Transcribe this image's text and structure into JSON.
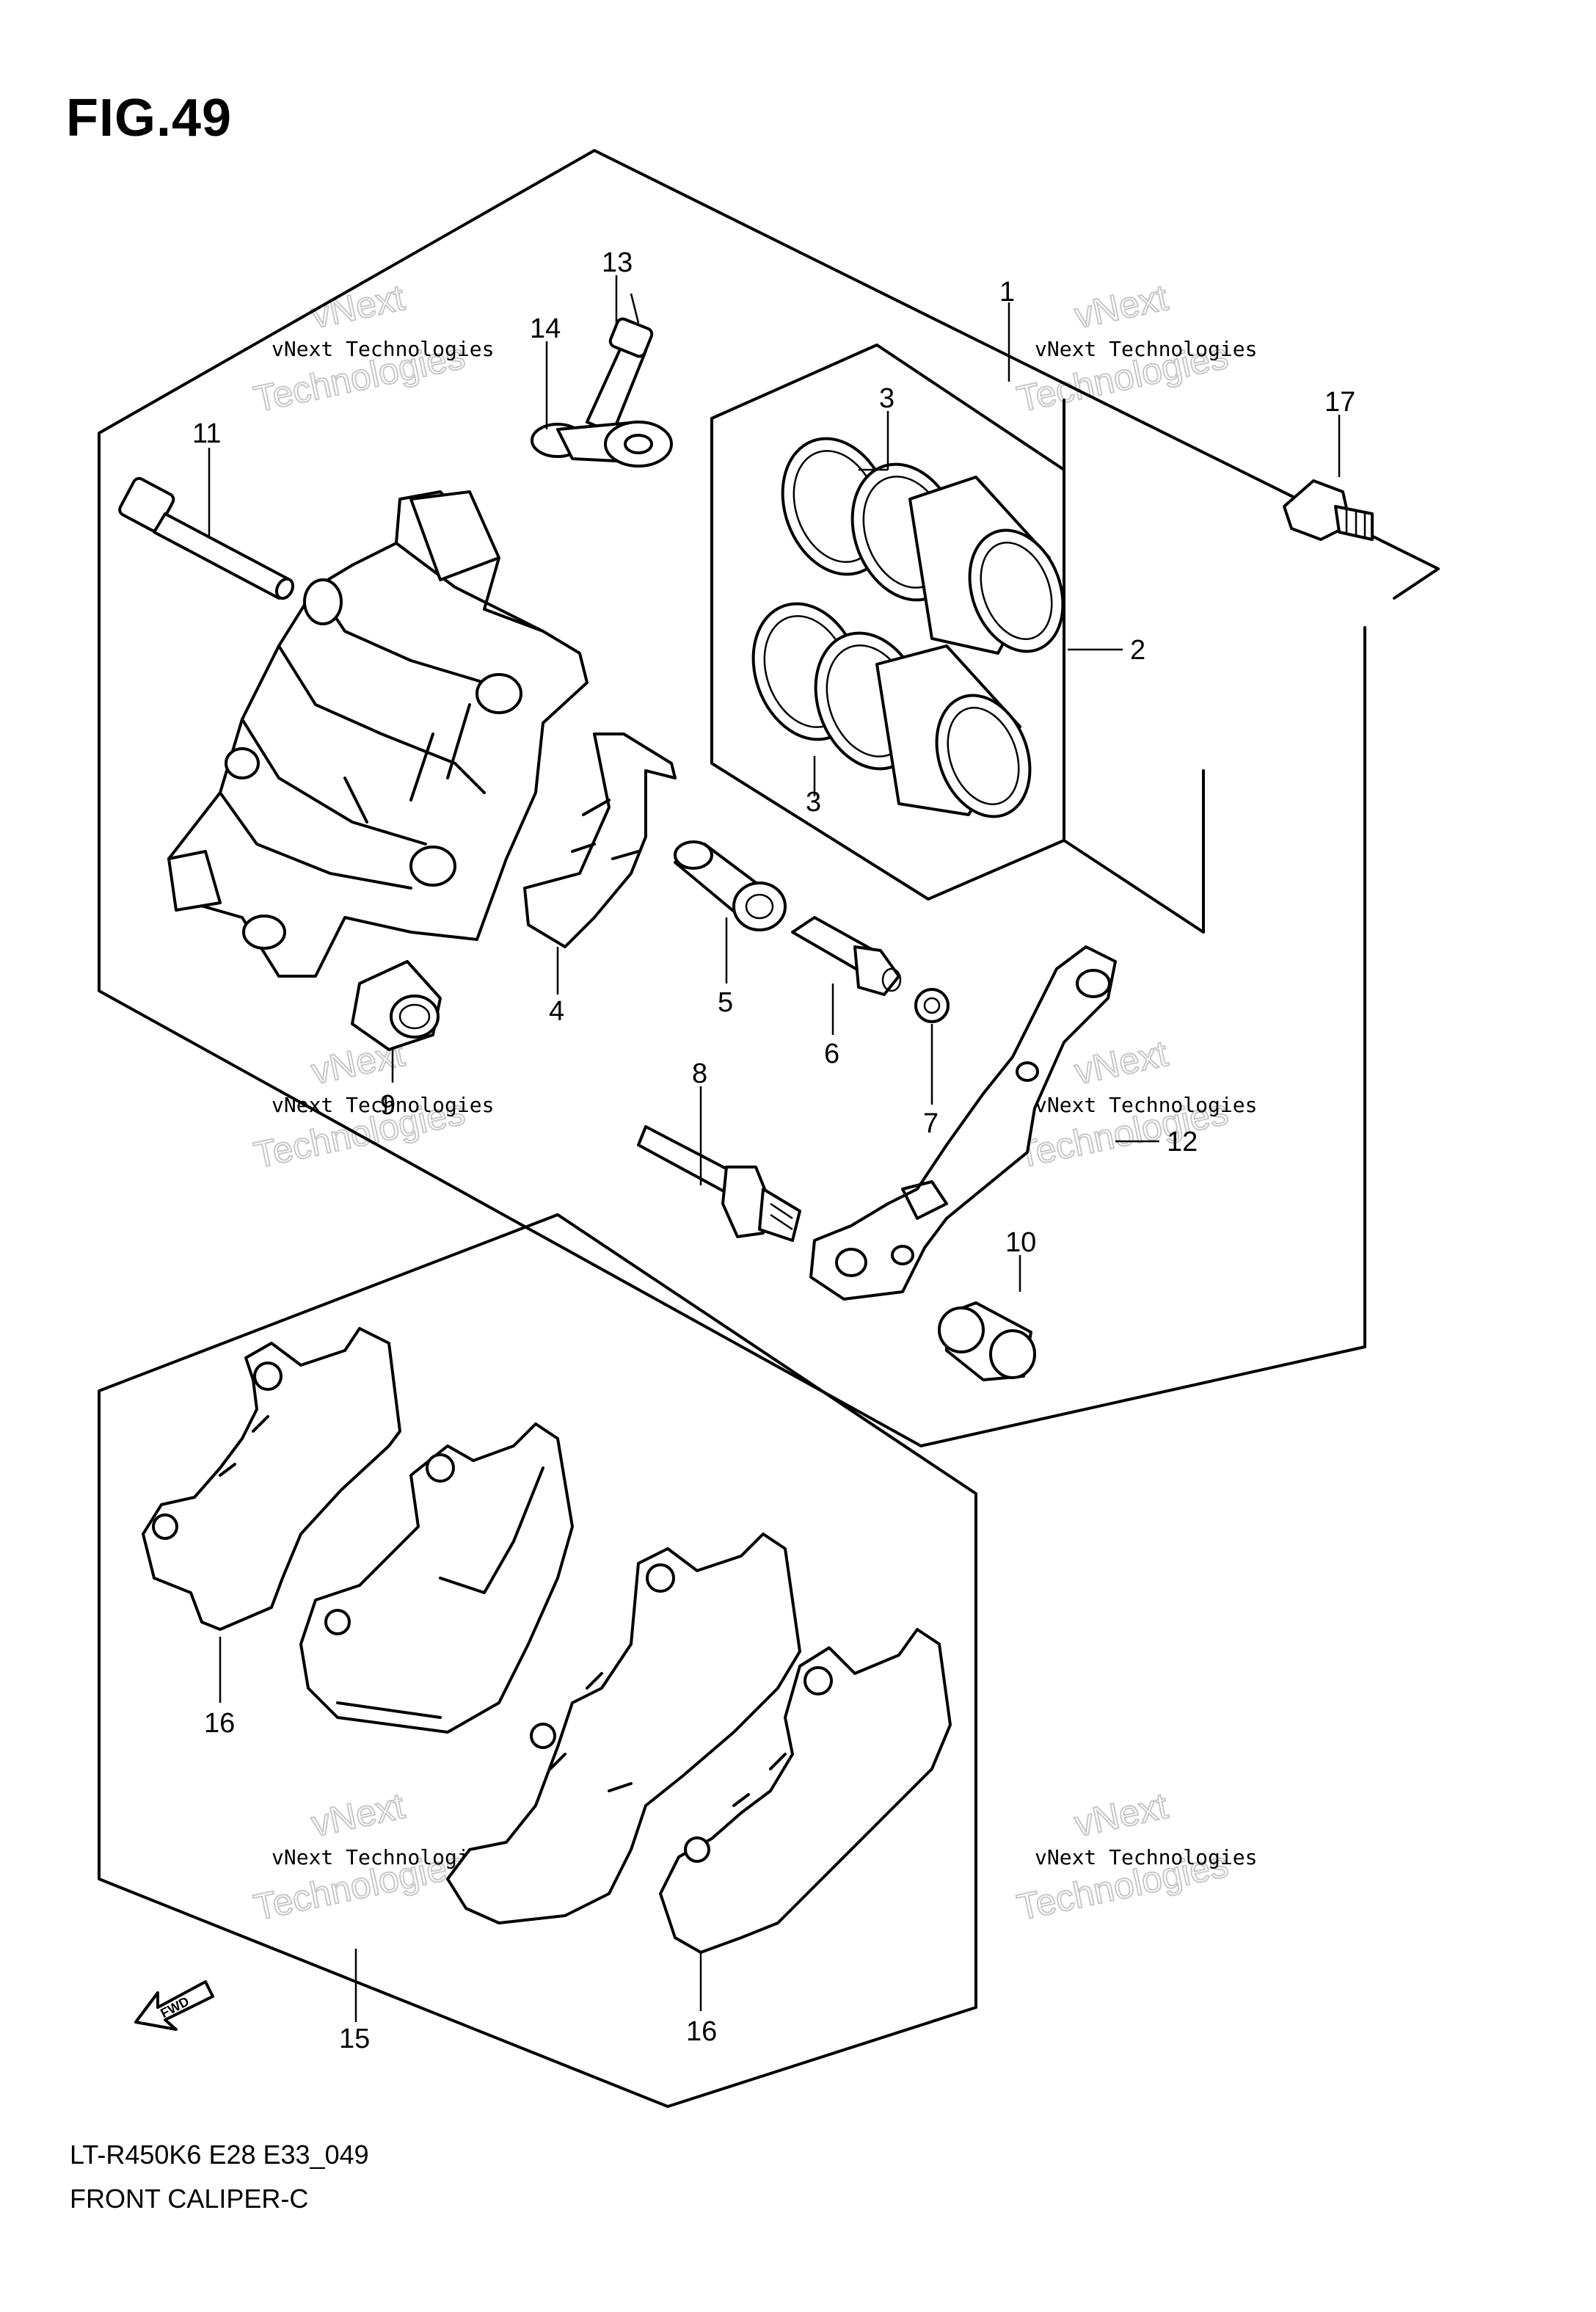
{
  "figure": {
    "title": "FIG.49",
    "code": "LT-R450K6 E28 E33_049",
    "name": "FRONT CALIPER-C",
    "direction_label": "FWD"
  },
  "callouts": [
    {
      "id": "1",
      "text": "1"
    },
    {
      "id": "2",
      "text": "2"
    },
    {
      "id": "3a",
      "text": "3"
    },
    {
      "id": "3b",
      "text": "3"
    },
    {
      "id": "4",
      "text": "4"
    },
    {
      "id": "5",
      "text": "5"
    },
    {
      "id": "6",
      "text": "6"
    },
    {
      "id": "7",
      "text": "7"
    },
    {
      "id": "8",
      "text": "8"
    },
    {
      "id": "9",
      "text": "9"
    },
    {
      "id": "10",
      "text": "10"
    },
    {
      "id": "11",
      "text": "11"
    },
    {
      "id": "12",
      "text": "12"
    },
    {
      "id": "13",
      "text": "13"
    },
    {
      "id": "14",
      "text": "14"
    },
    {
      "id": "15",
      "text": "15"
    },
    {
      "id": "16a",
      "text": "16"
    },
    {
      "id": "16b",
      "text": "16"
    },
    {
      "id": "17",
      "text": "17"
    }
  ],
  "watermark": {
    "line": "vNext Technologies",
    "big_top": "vNext",
    "big_bottom": "Technologies"
  }
}
